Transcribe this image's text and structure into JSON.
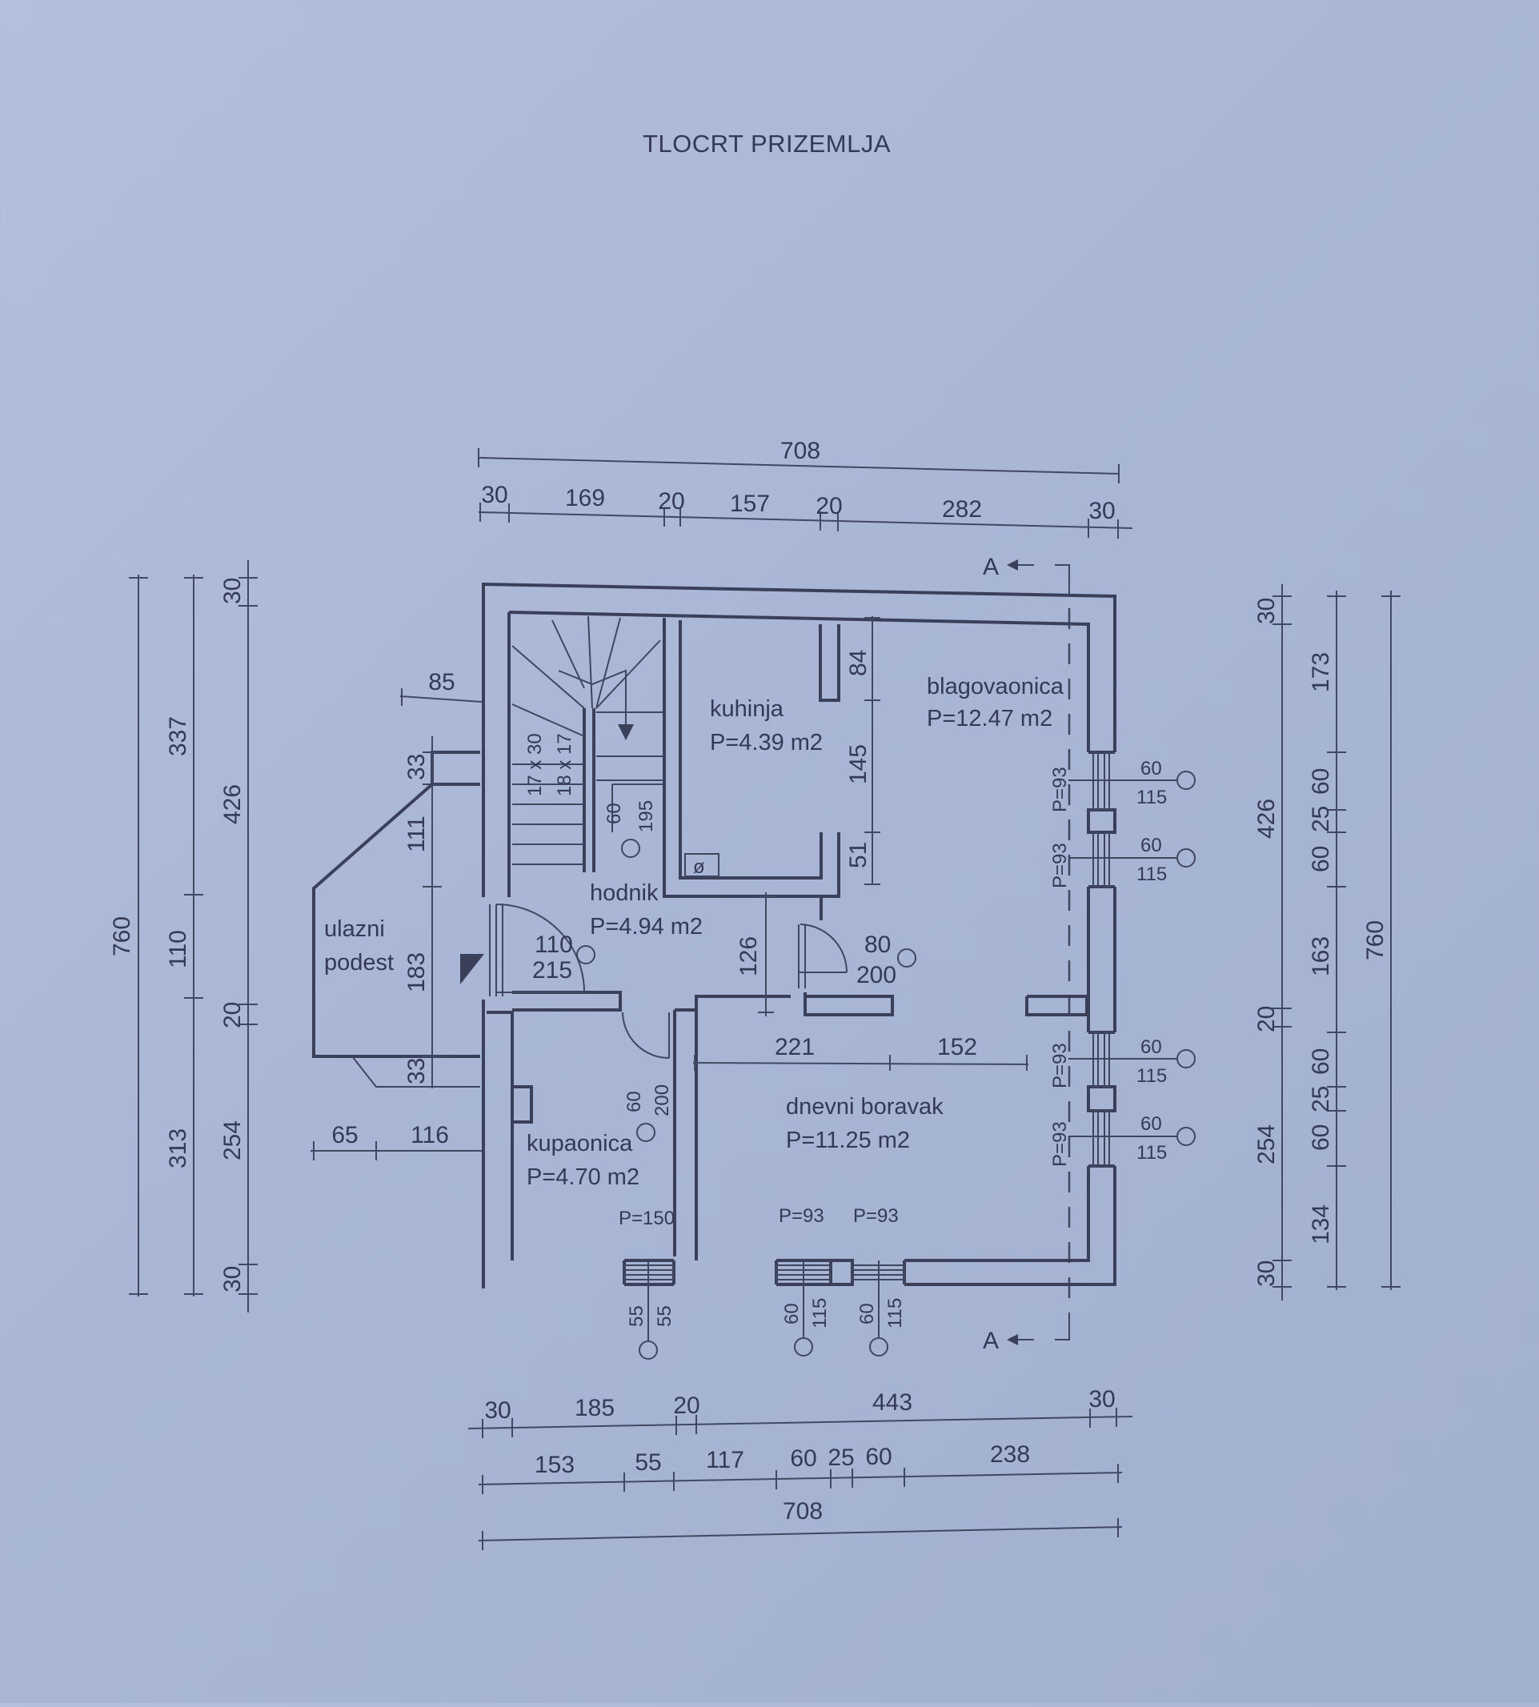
{
  "title": "TLOCRT PRIZEMLJA",
  "section_marker": "A",
  "rooms": {
    "kuhinja": {
      "name": "kuhinja",
      "area": "P=4.39 m2"
    },
    "blagovaonica": {
      "name": "blagovaonica",
      "area": "P=12.47 m2"
    },
    "hodnik": {
      "name": "hodnik",
      "area": "P=4.94 m2"
    },
    "dnevni": {
      "name": "dnevni boravak",
      "area": "P=11.25 m2"
    },
    "kupaonica": {
      "name": "kupaonica",
      "area": "P=4.70 m2"
    },
    "ulazni_1": "ulazni",
    "ulazni_2": "podest"
  },
  "dims_top": {
    "total": "708",
    "segments": [
      "30",
      "169",
      "20",
      "157",
      "20",
      "282",
      "30"
    ]
  },
  "dims_bottom": {
    "row1": [
      "30",
      "185",
      "20",
      "443",
      "30"
    ],
    "row2": [
      "153",
      "55",
      "117",
      "60",
      "25",
      "60",
      "238"
    ],
    "total": "708"
  },
  "dims_left": {
    "outer": "760",
    "col2": [
      "337",
      "110",
      "313"
    ],
    "col3": [
      "30",
      "426",
      "20",
      "254",
      "30"
    ],
    "entrance": [
      "33",
      "111",
      "183",
      "33"
    ],
    "entrance_width": "85",
    "entrance_bottom": [
      "65",
      "116"
    ]
  },
  "dims_right": {
    "col1": [
      "30",
      "426",
      "20",
      "254",
      "30"
    ],
    "col2": [
      "173",
      "60",
      "25",
      "60",
      "163",
      "60",
      "25",
      "60",
      "134"
    ],
    "outer": "760"
  },
  "interior": {
    "stairs_1": "17 x 30",
    "stairs_2": "18 x 17",
    "d_60": "60",
    "d_195": "195",
    "d_84": "84",
    "d_145": "145",
    "d_51": "51",
    "d_126": "126",
    "d_221": "221",
    "d_152": "152",
    "door_main_w": "110",
    "door_main_h": "215",
    "door_mid_w": "80",
    "door_mid_h": "200",
    "door_bath_w": "60",
    "door_bath_h": "200",
    "win_pn": "P=93",
    "win_w": "60",
    "win_h": "115",
    "p150": "P=150",
    "win_small_w": "55",
    "win_small_h": "55",
    "window_symbol": "ø"
  },
  "colors": {
    "background": "#a9b6d5",
    "ink": "#3a405a"
  }
}
